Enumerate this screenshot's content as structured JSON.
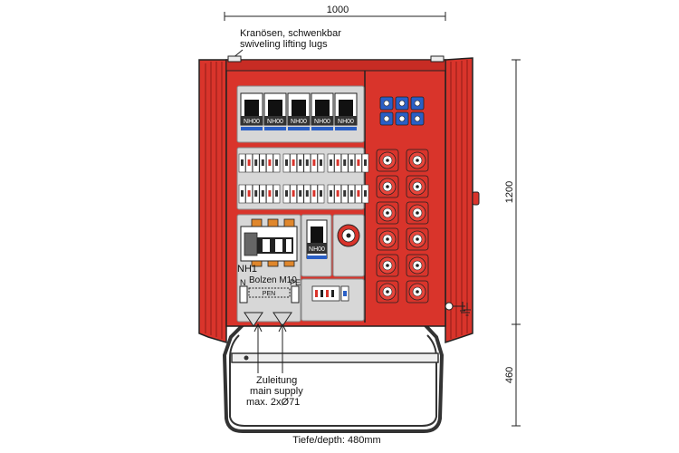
{
  "dimensions": {
    "width_label": "1000",
    "height_cabinet_label": "1200",
    "height_stand_label": "460",
    "depth_label": "Tiefe/depth: 480mm"
  },
  "annotations": {
    "lugs_de": "Kranösen, schwenkbar",
    "lugs_en": "swiveling lifting lugs",
    "bolt_label": "Bolzen M10",
    "main_switch_label": "NH1",
    "pen_label": "PEN",
    "n_label": "N",
    "pe_label": "PE",
    "supply_de": "Zuleitung",
    "supply_en": "main supply",
    "supply_max": "max. 2xØ71"
  },
  "fuse_label": "NH00",
  "colors": {
    "cabinet_red": "#d9342b",
    "panel_grey": "#d7d7d7",
    "socket_blue": "#2a5fc6",
    "outline": "#222222"
  }
}
